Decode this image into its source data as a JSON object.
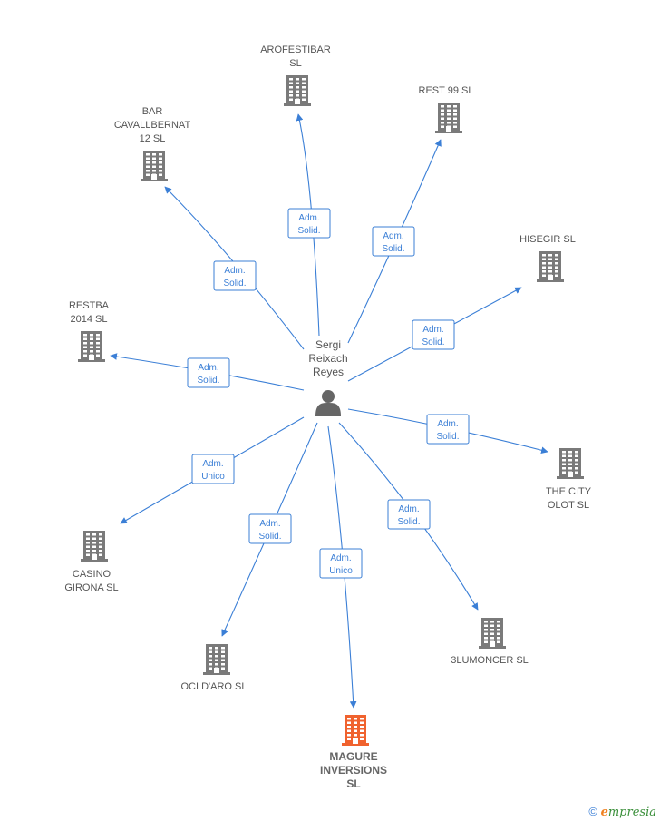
{
  "person": {
    "lines": [
      "Sergi",
      "Reixach",
      "Reyes"
    ]
  },
  "companies": [
    {
      "id": "arofestibar",
      "lines": [
        "AROFESTIBAR",
        "SL"
      ],
      "highlight": false
    },
    {
      "id": "rest99",
      "lines": [
        "REST 99 SL"
      ],
      "highlight": false
    },
    {
      "id": "bar-cavallbernat",
      "lines": [
        "BAR",
        "CAVALLBERNAT",
        "12 SL"
      ],
      "highlight": false
    },
    {
      "id": "hisegir",
      "lines": [
        "HISEGIR  SL"
      ],
      "highlight": false
    },
    {
      "id": "restba",
      "lines": [
        "RESTBA",
        "2014  SL"
      ],
      "highlight": false
    },
    {
      "id": "the-city-olot",
      "lines": [
        "THE CITY",
        "OLOT SL"
      ],
      "highlight": false
    },
    {
      "id": "casino-girona",
      "lines": [
        "CASINO",
        "GIRONA SL"
      ],
      "highlight": false
    },
    {
      "id": "3lumoncer",
      "lines": [
        "3LUMONCER SL"
      ],
      "highlight": false
    },
    {
      "id": "oci-daro",
      "lines": [
        "OCI D'ARO SL"
      ],
      "highlight": false
    },
    {
      "id": "magure",
      "lines": [
        "MAGURE",
        "INVERSIONS",
        "SL"
      ],
      "highlight": true
    }
  ],
  "relations": [
    {
      "target": "arofestibar",
      "lines": [
        "Adm.",
        "Solid."
      ]
    },
    {
      "target": "rest99",
      "lines": [
        "Adm.",
        "Solid."
      ]
    },
    {
      "target": "bar-cavallbernat",
      "lines": [
        "Adm.",
        "Solid."
      ]
    },
    {
      "target": "hisegir",
      "lines": [
        "Adm.",
        "Solid."
      ]
    },
    {
      "target": "restba",
      "lines": [
        "Adm.",
        "Solid."
      ]
    },
    {
      "target": "the-city-olot",
      "lines": [
        "Adm.",
        "Solid."
      ]
    },
    {
      "target": "casino-girona",
      "lines": [
        "Adm.",
        "Unico"
      ]
    },
    {
      "target": "3lumoncer",
      "lines": [
        "Adm.",
        "Solid."
      ]
    },
    {
      "target": "oci-daro",
      "lines": [
        "Adm.",
        "Solid."
      ]
    },
    {
      "target": "magure",
      "lines": [
        "Adm.",
        "Unico"
      ]
    }
  ],
  "colors": {
    "edge": "#3b7fd6",
    "building": "#7a7a7a",
    "building_highlight": "#f0622e",
    "person": "#666666"
  },
  "footer": {
    "copyright": "©",
    "brand_initial": "e",
    "brand_rest": "mpresia"
  }
}
